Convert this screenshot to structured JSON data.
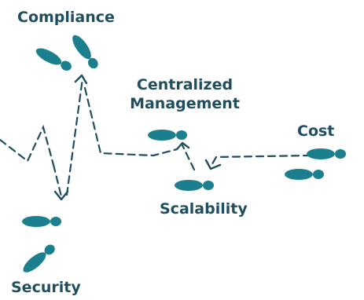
{
  "diagram": {
    "labels": {
      "compliance": "Compliance",
      "centralized_line1": "Centralized",
      "centralized_line2": "Management",
      "cost": "Cost",
      "scalability": "Scalability",
      "security": "Security"
    },
    "colors": {
      "footprint": "#1b7f8e",
      "arrow": "#1f4e5f",
      "text": "#1f4e5f"
    },
    "icons": [
      "footprint-icon",
      "arrow-head-icon"
    ]
  }
}
